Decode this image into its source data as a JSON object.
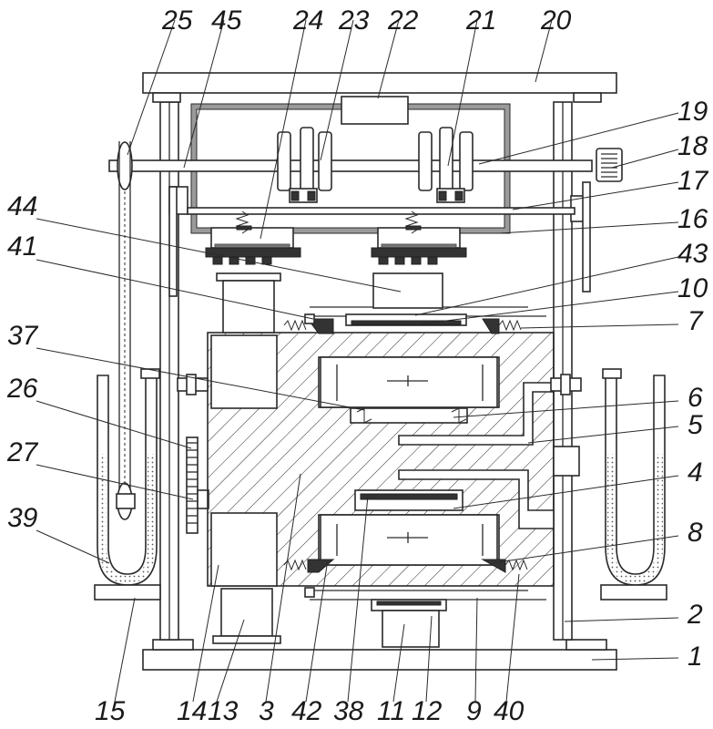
{
  "labels": {
    "n1": "1",
    "n2": "2",
    "n3": "3",
    "n4": "4",
    "n5": "5",
    "n6": "6",
    "n7": "7",
    "n8": "8",
    "n9": "9",
    "n10": "10",
    "n11": "11",
    "n12": "12",
    "n13": "13",
    "n14": "14",
    "n15": "15",
    "n16": "16",
    "n17": "17",
    "n18": "18",
    "n19": "19",
    "n20": "20",
    "n21": "21",
    "n22": "22",
    "n23": "23",
    "n24": "24",
    "n25": "25",
    "n26": "26",
    "n27": "27",
    "n37": "37",
    "n38": "38",
    "n39": "39",
    "n40": "40",
    "n41": "41",
    "n42": "42",
    "n43": "43",
    "n44": "44",
    "n45": "45"
  }
}
